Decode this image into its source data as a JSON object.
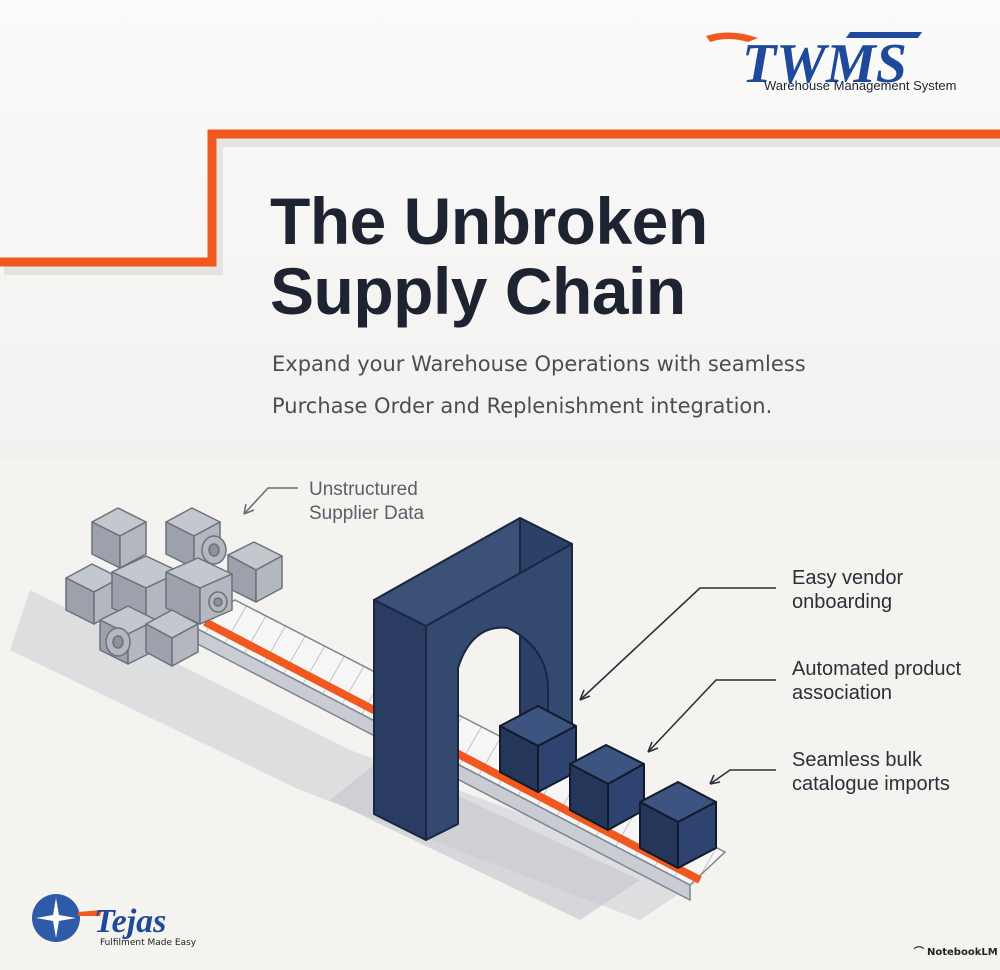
{
  "brand": {
    "logo_text": "TWMS",
    "logo_subtitle": "Warehouse Management System",
    "footer_logo_text": "Tejas",
    "footer_tagline": "Fulfilment Made Easy",
    "credit": "NotebookLM"
  },
  "hero": {
    "title_line1": "The Unbroken",
    "title_line2": "Supply Chain",
    "subtitle_line1": "Expand your Warehouse Operations with seamless",
    "subtitle_line2": "Purchase Order and Replenishment integration."
  },
  "callouts": {
    "unstructured_line1": "Unstructured",
    "unstructured_line2": "Supplier Data",
    "vendor_line1": "Easy vendor",
    "vendor_line2": "onboarding",
    "assoc_line1": "Automated product",
    "assoc_line2": "association",
    "bulk_line1": "Seamless bulk",
    "bulk_line2": "catalogue imports"
  },
  "colors": {
    "accent_orange": "#f0581f",
    "navy": "#25395f",
    "text_dark": "#1d2330",
    "cube_gray": "#a9adb6"
  }
}
